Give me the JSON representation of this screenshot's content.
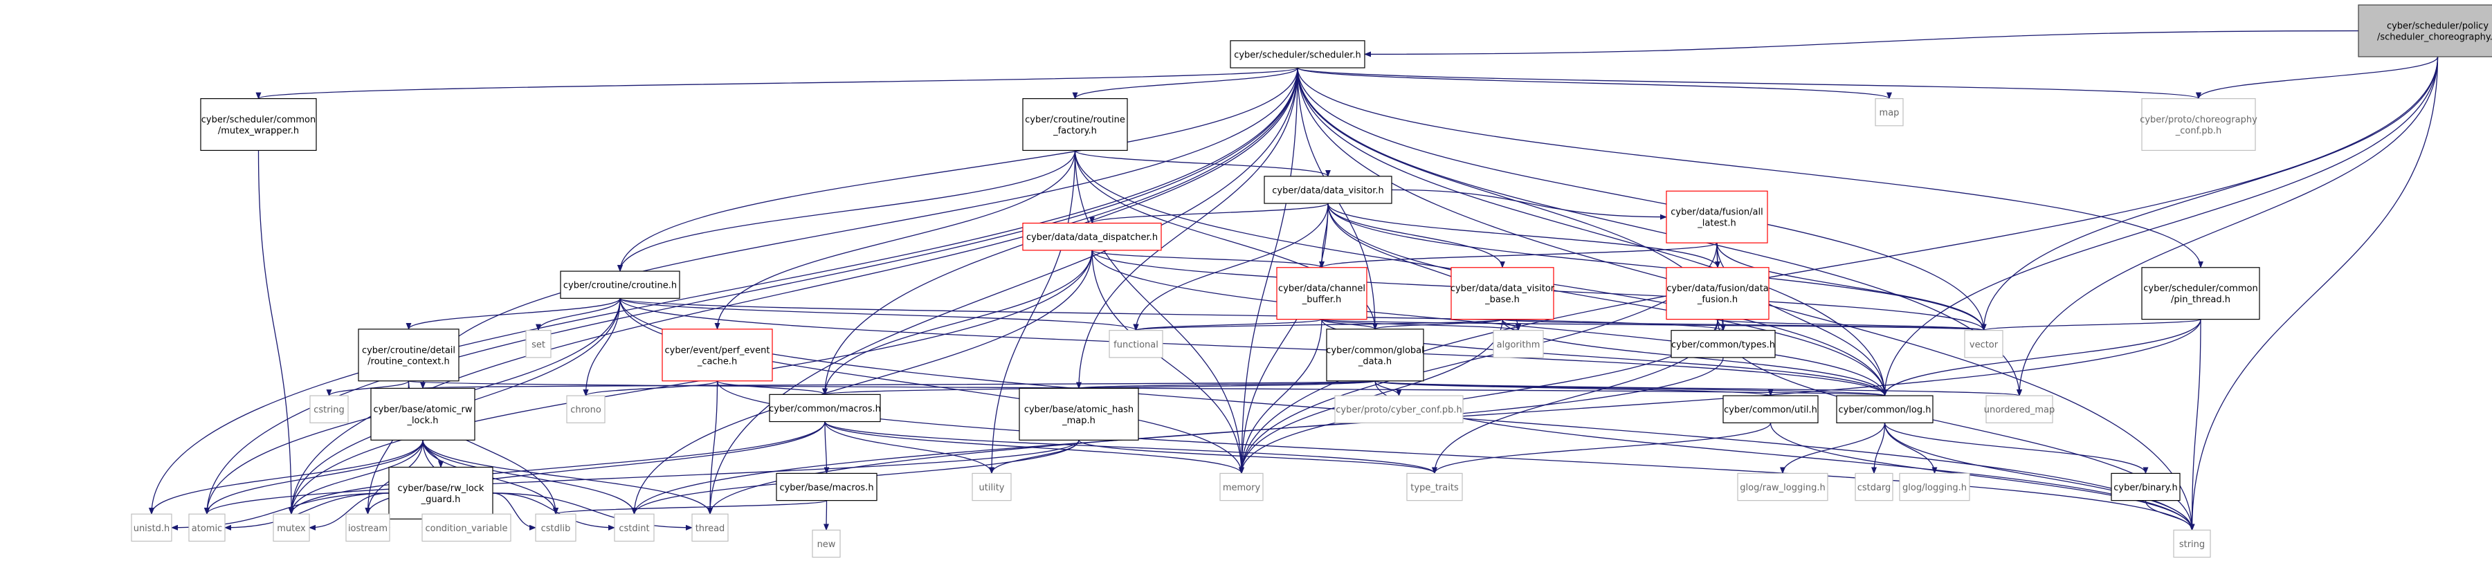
{
  "colors": {
    "edge": "#191970",
    "root_fill": "#bfbfbf",
    "root_border": "#404040",
    "normal_border": "#000000",
    "red_border": "#ff0000",
    "gray_border": "#bfbfbf",
    "text": "#000000",
    "gray_text": "#666666"
  },
  "nodes": [
    {
      "id": "root",
      "lines": [
        "cyber/scheduler/policy",
        "/scheduler_choreography.h"
      ],
      "style": "root"
    },
    {
      "id": "sched",
      "lines": [
        "cyber/scheduler/scheduler.h"
      ],
      "style": "normal"
    },
    {
      "id": "mutex_wrapper",
      "lines": [
        "cyber/scheduler/common",
        "/mutex_wrapper.h"
      ],
      "style": "normal"
    },
    {
      "id": "routine_factory",
      "lines": [
        "cyber/croutine/routine",
        "_factory.h"
      ],
      "style": "normal"
    },
    {
      "id": "map",
      "lines": [
        "map"
      ],
      "style": "gray"
    },
    {
      "id": "choreo_conf",
      "lines": [
        "cyber/proto/choreography",
        "_conf.pb.h"
      ],
      "style": "gray"
    },
    {
      "id": "data_visitor",
      "lines": [
        "cyber/data/data_visitor.h"
      ],
      "style": "normal"
    },
    {
      "id": "all_latest",
      "lines": [
        "cyber/data/fusion/all",
        "_latest.h"
      ],
      "style": "red"
    },
    {
      "id": "data_dispatcher",
      "lines": [
        "cyber/data/data_dispatcher.h"
      ],
      "style": "red"
    },
    {
      "id": "croutine",
      "lines": [
        "cyber/croutine/croutine.h"
      ],
      "style": "normal"
    },
    {
      "id": "channel_buffer",
      "lines": [
        "cyber/data/channel",
        "_buffer.h"
      ],
      "style": "red"
    },
    {
      "id": "visitor_base",
      "lines": [
        "cyber/data/data_visitor",
        "_base.h"
      ],
      "style": "red"
    },
    {
      "id": "data_fusion",
      "lines": [
        "cyber/data/fusion/data",
        "_fusion.h"
      ],
      "style": "red"
    },
    {
      "id": "pin_thread",
      "lines": [
        "cyber/scheduler/common",
        "/pin_thread.h"
      ],
      "style": "normal"
    },
    {
      "id": "set",
      "lines": [
        "set"
      ],
      "style": "gray"
    },
    {
      "id": "routine_context",
      "lines": [
        "cyber/croutine/detail",
        "/routine_context.h"
      ],
      "style": "normal"
    },
    {
      "id": "perf_event",
      "lines": [
        "cyber/event/perf_event",
        "_cache.h"
      ],
      "style": "red"
    },
    {
      "id": "functional",
      "lines": [
        "functional"
      ],
      "style": "gray"
    },
    {
      "id": "global_data",
      "lines": [
        "cyber/common/global",
        "_data.h"
      ],
      "style": "normal"
    },
    {
      "id": "algorithm",
      "lines": [
        "algorithm"
      ],
      "style": "gray"
    },
    {
      "id": "types",
      "lines": [
        "cyber/common/types.h"
      ],
      "style": "normal"
    },
    {
      "id": "vector",
      "lines": [
        "vector"
      ],
      "style": "gray"
    },
    {
      "id": "cstring",
      "lines": [
        "cstring"
      ],
      "style": "gray"
    },
    {
      "id": "chrono",
      "lines": [
        "chrono"
      ],
      "style": "gray"
    },
    {
      "id": "atomic_rw",
      "lines": [
        "cyber/base/atomic_rw",
        "_lock.h"
      ],
      "style": "normal"
    },
    {
      "id": "macros_common",
      "lines": [
        "cyber/common/macros.h"
      ],
      "style": "normal"
    },
    {
      "id": "atomic_hash",
      "lines": [
        "cyber/base/atomic_hash",
        "_map.h"
      ],
      "style": "normal"
    },
    {
      "id": "cyber_conf",
      "lines": [
        "cyber/proto/cyber_conf.pb.h"
      ],
      "style": "gray"
    },
    {
      "id": "util",
      "lines": [
        "cyber/common/util.h"
      ],
      "style": "normal"
    },
    {
      "id": "log",
      "lines": [
        "cyber/common/log.h"
      ],
      "style": "normal"
    },
    {
      "id": "unordered_map",
      "lines": [
        "unordered_map"
      ],
      "style": "gray"
    },
    {
      "id": "rw_lock_guard",
      "lines": [
        "cyber/base/rw_lock",
        "_guard.h"
      ],
      "style": "normal"
    },
    {
      "id": "macros_base",
      "lines": [
        "cyber/base/macros.h"
      ],
      "style": "normal"
    },
    {
      "id": "utility",
      "lines": [
        "utility"
      ],
      "style": "gray"
    },
    {
      "id": "memory",
      "lines": [
        "memory"
      ],
      "style": "gray"
    },
    {
      "id": "type_traits",
      "lines": [
        "type_traits"
      ],
      "style": "gray"
    },
    {
      "id": "raw_logging",
      "lines": [
        "glog/raw_logging.h"
      ],
      "style": "gray"
    },
    {
      "id": "cstdarg",
      "lines": [
        "cstdarg"
      ],
      "style": "gray"
    },
    {
      "id": "glog_logging",
      "lines": [
        "glog/logging.h"
      ],
      "style": "gray"
    },
    {
      "id": "binary",
      "lines": [
        "cyber/binary.h"
      ],
      "style": "normal"
    },
    {
      "id": "unistd",
      "lines": [
        "unistd.h"
      ],
      "style": "gray"
    },
    {
      "id": "atomic",
      "lines": [
        "atomic"
      ],
      "style": "gray"
    },
    {
      "id": "mutex",
      "lines": [
        "mutex"
      ],
      "style": "gray"
    },
    {
      "id": "iostream",
      "lines": [
        "iostream"
      ],
      "style": "gray"
    },
    {
      "id": "condition_variable",
      "lines": [
        "condition_variable"
      ],
      "style": "gray"
    },
    {
      "id": "cstdlib",
      "lines": [
        "cstdlib"
      ],
      "style": "gray"
    },
    {
      "id": "cstdint",
      "lines": [
        "cstdint"
      ],
      "style": "gray"
    },
    {
      "id": "thread",
      "lines": [
        "thread"
      ],
      "style": "gray"
    },
    {
      "id": "new",
      "lines": [
        "new"
      ],
      "style": "gray"
    },
    {
      "id": "string",
      "lines": [
        "string"
      ],
      "style": "gray"
    }
  ],
  "edges": [
    [
      "root",
      "sched"
    ],
    [
      "root",
      "choreo_conf"
    ],
    [
      "root",
      "vector"
    ],
    [
      "root",
      "unordered_map"
    ],
    [
      "root",
      "log"
    ],
    [
      "root",
      "memory"
    ],
    [
      "root",
      "string"
    ],
    [
      "sched",
      "unistd"
    ],
    [
      "sched",
      "atomic"
    ],
    [
      "sched",
      "mutex"
    ],
    [
      "sched",
      "croutine"
    ],
    [
      "sched",
      "atomic_rw"
    ],
    [
      "sched",
      "mutex_wrapper"
    ],
    [
      "sched",
      "routine_factory"
    ],
    [
      "sched",
      "macros_common"
    ],
    [
      "sched",
      "atomic_hash"
    ],
    [
      "sched",
      "thread"
    ],
    [
      "sched",
      "map"
    ],
    [
      "sched",
      "choreo_conf"
    ],
    [
      "sched",
      "vector"
    ],
    [
      "sched",
      "types"
    ],
    [
      "sched",
      "log"
    ],
    [
      "sched",
      "pin_thread"
    ],
    [
      "sched",
      "string"
    ],
    [
      "sched",
      "memory"
    ],
    [
      "sched",
      "unordered_map"
    ],
    [
      "sched",
      "global_data"
    ],
    [
      "mutex_wrapper",
      "mutex"
    ],
    [
      "routine_factory",
      "croutine"
    ],
    [
      "routine_factory",
      "data_visitor"
    ],
    [
      "routine_factory",
      "perf_event"
    ],
    [
      "routine_factory",
      "global_data"
    ],
    [
      "routine_factory",
      "utility"
    ],
    [
      "routine_factory",
      "memory"
    ],
    [
      "routine_factory",
      "log"
    ],
    [
      "data_visitor",
      "data_dispatcher"
    ],
    [
      "data_visitor",
      "channel_buffer"
    ],
    [
      "data_visitor",
      "visitor_base"
    ],
    [
      "data_visitor",
      "all_latest"
    ],
    [
      "data_visitor",
      "data_fusion"
    ],
    [
      "data_visitor",
      "functional"
    ],
    [
      "data_visitor",
      "algorithm"
    ],
    [
      "data_visitor",
      "vector"
    ],
    [
      "data_visitor",
      "log"
    ],
    [
      "data_visitor",
      "memory"
    ],
    [
      "all_latest",
      "channel_buffer"
    ],
    [
      "all_latest",
      "data_fusion"
    ],
    [
      "all_latest",
      "types"
    ],
    [
      "all_latest",
      "vector"
    ],
    [
      "all_latest",
      "memory"
    ],
    [
      "all_latest",
      "log"
    ],
    [
      "data_dispatcher",
      "channel_buffer"
    ],
    [
      "data_dispatcher",
      "macros_common"
    ],
    [
      "data_dispatcher",
      "memory"
    ],
    [
      "data_dispatcher",
      "log"
    ],
    [
      "data_dispatcher",
      "vector"
    ],
    [
      "data_dispatcher",
      "cstdint"
    ],
    [
      "data_dispatcher",
      "mutex"
    ],
    [
      "channel_buffer",
      "functional"
    ],
    [
      "channel_buffer",
      "memory"
    ],
    [
      "channel_buffer",
      "global_data"
    ],
    [
      "channel_buffer",
      "algorithm"
    ],
    [
      "channel_buffer",
      "log"
    ],
    [
      "channel_buffer",
      "vector"
    ],
    [
      "visitor_base",
      "global_data"
    ],
    [
      "visitor_base",
      "algorithm"
    ],
    [
      "visitor_base",
      "functional"
    ],
    [
      "visitor_base",
      "memory"
    ],
    [
      "visitor_base",
      "vector"
    ],
    [
      "visitor_base",
      "log"
    ],
    [
      "data_fusion",
      "types"
    ],
    [
      "data_fusion",
      "vector"
    ],
    [
      "data_fusion",
      "type_traits"
    ],
    [
      "data_fusion",
      "string"
    ],
    [
      "data_fusion",
      "memory"
    ],
    [
      "croutine",
      "atomic"
    ],
    [
      "croutine",
      "chrono"
    ],
    [
      "croutine",
      "functional"
    ],
    [
      "croutine",
      "memory"
    ],
    [
      "croutine",
      "mutex"
    ],
    [
      "croutine",
      "set"
    ],
    [
      "croutine",
      "string"
    ],
    [
      "croutine",
      "routine_context"
    ],
    [
      "croutine",
      "log"
    ],
    [
      "croutine",
      "types"
    ],
    [
      "routine_context",
      "cstring"
    ],
    [
      "routine_context",
      "cstdlib"
    ],
    [
      "routine_context",
      "iostream"
    ],
    [
      "routine_context",
      "log"
    ],
    [
      "perf_event",
      "chrono"
    ],
    [
      "perf_event",
      "string"
    ],
    [
      "perf_event",
      "thread"
    ],
    [
      "perf_event",
      "macros_common"
    ],
    [
      "global_data",
      "atomic_rw"
    ],
    [
      "global_data",
      "atomic_hash"
    ],
    [
      "global_data",
      "cyber_conf"
    ],
    [
      "global_data",
      "util"
    ],
    [
      "global_data",
      "log"
    ],
    [
      "global_data",
      "macros_common"
    ],
    [
      "global_data",
      "unordered_map"
    ],
    [
      "global_data",
      "string"
    ],
    [
      "types",
      "cstdint"
    ],
    [
      "atomic_rw",
      "unistd"
    ],
    [
      "atomic_rw",
      "atomic"
    ],
    [
      "atomic_rw",
      "condition_variable"
    ],
    [
      "atomic_rw",
      "cstdint"
    ],
    [
      "atomic_rw",
      "cstdlib"
    ],
    [
      "atomic_rw",
      "iostream"
    ],
    [
      "atomic_rw",
      "mutex"
    ],
    [
      "atomic_rw",
      "thread"
    ],
    [
      "atomic_rw",
      "rw_lock_guard"
    ],
    [
      "rw_lock_guard",
      "unistd"
    ],
    [
      "rw_lock_guard",
      "atomic"
    ],
    [
      "rw_lock_guard",
      "condition_variable"
    ],
    [
      "rw_lock_guard",
      "cstdint"
    ],
    [
      "rw_lock_guard",
      "cstdlib"
    ],
    [
      "rw_lock_guard",
      "iostream"
    ],
    [
      "rw_lock_guard",
      "mutex"
    ],
    [
      "rw_lock_guard",
      "thread"
    ],
    [
      "macros_common",
      "iostream"
    ],
    [
      "macros_common",
      "memory"
    ],
    [
      "macros_common",
      "mutex"
    ],
    [
      "macros_common",
      "type_traits"
    ],
    [
      "macros_common",
      "utility"
    ],
    [
      "macros_common",
      "macros_base"
    ],
    [
      "macros_base",
      "cstdlib"
    ],
    [
      "macros_base",
      "new"
    ],
    [
      "atomic_hash",
      "cstdint"
    ],
    [
      "atomic_hash",
      "type_traits"
    ],
    [
      "atomic_hash",
      "utility"
    ],
    [
      "atomic_hash",
      "atomic"
    ],
    [
      "util",
      "string"
    ],
    [
      "util",
      "type_traits"
    ],
    [
      "log",
      "cstdarg"
    ],
    [
      "log",
      "string"
    ],
    [
      "log",
      "raw_logging"
    ],
    [
      "log",
      "glog_logging"
    ],
    [
      "log",
      "binary"
    ],
    [
      "binary",
      "string"
    ],
    [
      "pin_thread",
      "string"
    ],
    [
      "pin_thread",
      "thread"
    ],
    [
      "pin_thread",
      "vector"
    ],
    [
      "pin_thread",
      "log"
    ]
  ]
}
